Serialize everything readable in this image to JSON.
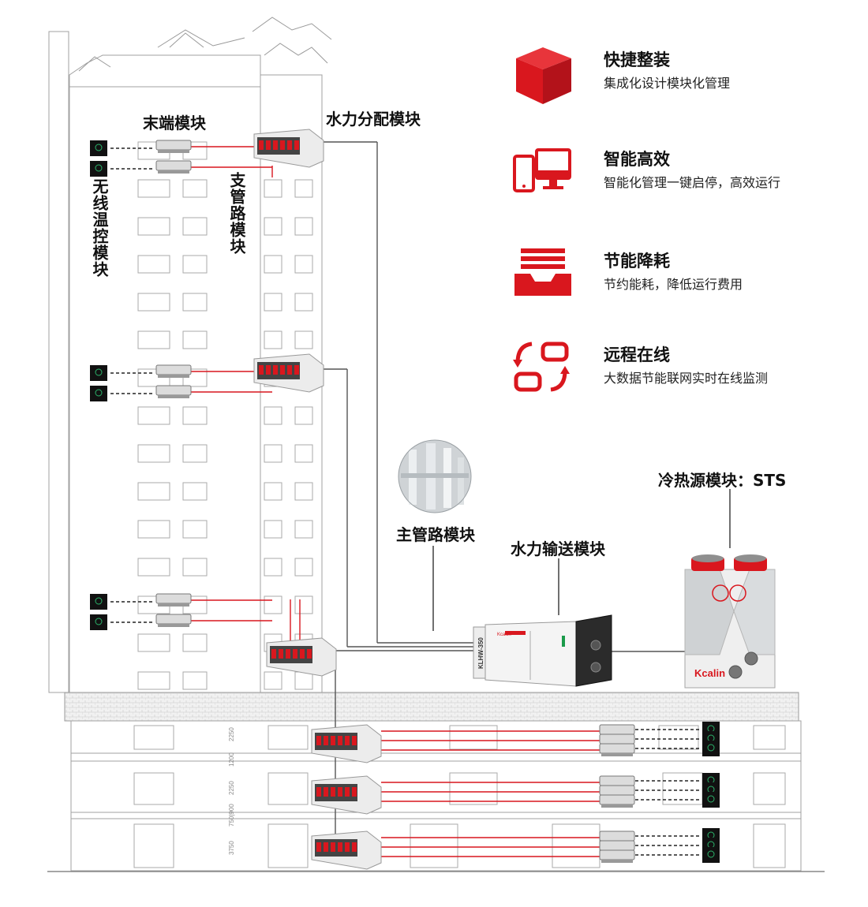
{
  "colors": {
    "accent": "#d9171e",
    "line": "#555555",
    "pipe": "#d9171e",
    "building": "#9a9a9a",
    "device_dark": "#111111"
  },
  "labels": {
    "terminal_module": "末端模块",
    "hydraulic_distribution_module": "水力分配模块",
    "branch_pipe_module": "支管路模块",
    "wireless_thermostat_module": "无线温控模块",
    "main_pipe_module": "主管路模块",
    "hydraulic_transport_module": "水力输送模块",
    "heat_source_module": "冷热源模块：STS"
  },
  "features": [
    {
      "icon": "cube-icon",
      "title": "快捷整装",
      "desc": "集成化设计模块化管理"
    },
    {
      "icon": "devices-icon",
      "title": "智能高效",
      "desc": "智能化管理一键启停，高效运行"
    },
    {
      "icon": "energy-tray-icon",
      "title": "节能降耗",
      "desc": "节约能耗，降低运行费用"
    },
    {
      "icon": "remote-sync-icon",
      "title": "远程在线",
      "desc": "大数据节能联网实时在线监测"
    }
  ],
  "equipment": {
    "pump_station_model": "KLHW-350",
    "pump_station_brand": "Kcallin",
    "heat_pump_brand": "Kcalin"
  },
  "dimensions": [
    "2250",
    "1200",
    "2250",
    "750|900",
    "3750"
  ]
}
